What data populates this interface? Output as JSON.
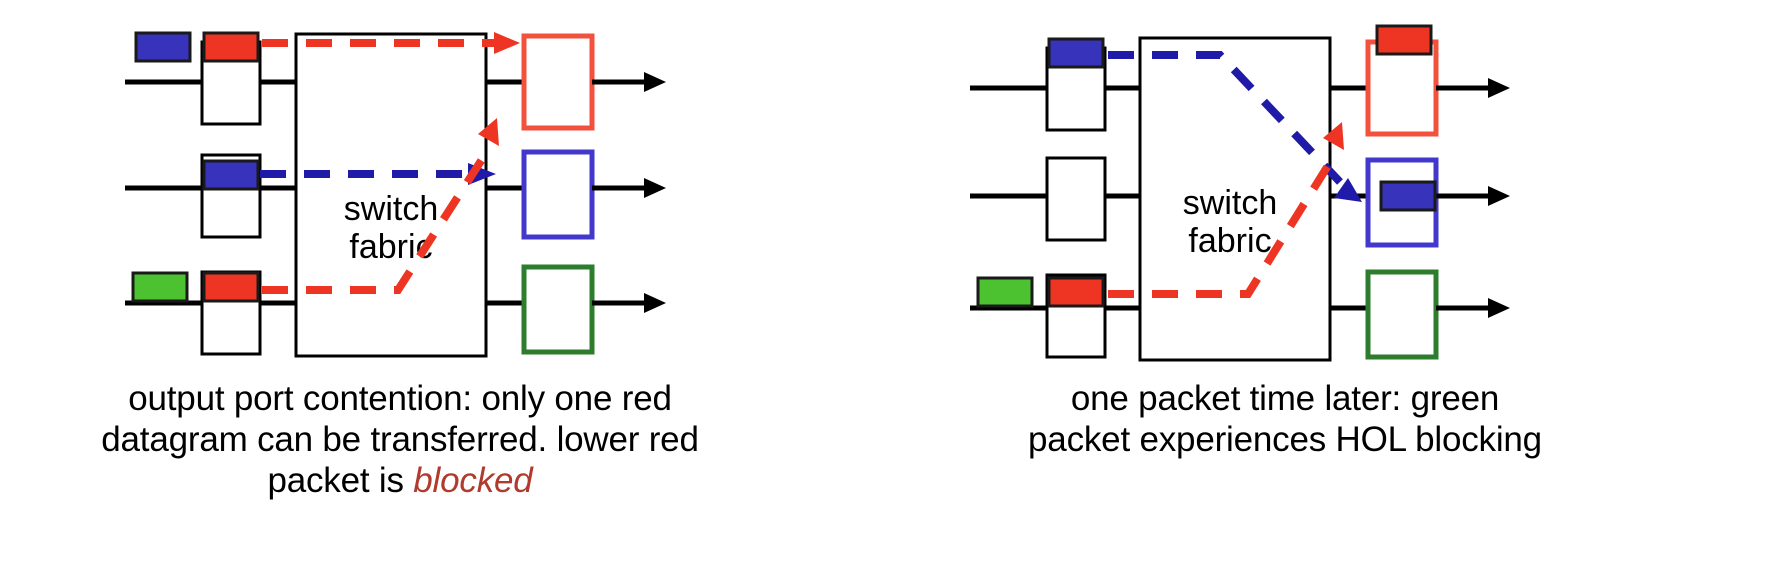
{
  "figure": {
    "title": "Switch fabric head-of-line blocking illustration",
    "background": "#ffffff"
  },
  "colors": {
    "red": "#ee3524",
    "red_port_border": "#f3503d",
    "blue": "#3733bb",
    "blue_port_border": "#4338cc",
    "green": "#4cc231",
    "green_port_border": "#2e7d2e",
    "black": "#000000",
    "blocked_text": "#b03a2e",
    "packet_outline": "#1a1a1a",
    "box_outline": "#000000"
  },
  "panels": [
    {
      "id": "left",
      "name": "output-port-contention",
      "fabric_label_line1": "switch",
      "fabric_label_line2": "fabric",
      "input_rows": [
        {
          "row": "top",
          "outside_packet": "blue",
          "queued_packet": "red",
          "queue_empty": false
        },
        {
          "row": "middle",
          "outside_packet": null,
          "queued_packet": "blue",
          "queue_empty": false
        },
        {
          "row": "bottom",
          "outside_packet": "green",
          "queued_packet": "red",
          "queue_empty": false
        }
      ],
      "output_ports": [
        {
          "row": "top",
          "color": "red",
          "contains_packet": null
        },
        {
          "row": "middle",
          "color": "blue",
          "contains_packet": null
        },
        {
          "row": "bottom",
          "color": "green",
          "contains_packet": null
        }
      ],
      "flows": [
        {
          "name": "red-top-to-red-port",
          "color": "red",
          "status": "transferred",
          "arrow": true
        },
        {
          "name": "blue-middle-to-blue-port",
          "color": "blue",
          "status": "transferred",
          "arrow": true
        },
        {
          "name": "red-bottom-blocked",
          "color": "red",
          "status": "blocked",
          "arrow": true
        }
      ],
      "caption": {
        "lines": [
          "output port contention: only one red",
          "datagram can be transferred. lower red"
        ],
        "last_line_prefix": "packet is ",
        "last_line_emphasis": "blocked"
      }
    },
    {
      "id": "right",
      "name": "hol-blocking",
      "fabric_label_line1": "switch",
      "fabric_label_line2": "fabric",
      "input_rows": [
        {
          "row": "top",
          "outside_packet": null,
          "queued_packet": "blue",
          "queue_empty": false
        },
        {
          "row": "middle",
          "outside_packet": null,
          "queued_packet": null,
          "queue_empty": true
        },
        {
          "row": "bottom",
          "outside_packet": "green",
          "queued_packet": "red",
          "queue_empty": false
        }
      ],
      "output_ports": [
        {
          "row": "top",
          "color": "red",
          "contains_packet": "red"
        },
        {
          "row": "middle",
          "color": "blue",
          "contains_packet": "blue"
        },
        {
          "row": "bottom",
          "color": "green",
          "contains_packet": null
        }
      ],
      "flows": [
        {
          "name": "blue-top-to-blue-port",
          "color": "blue",
          "status": "transferred",
          "arrow": true
        },
        {
          "name": "red-bottom-blocked",
          "color": "red",
          "status": "blocked",
          "arrow": true
        }
      ],
      "caption": {
        "lines": [
          "one packet time later: green",
          "packet experiences HOL blocking"
        ]
      }
    }
  ]
}
